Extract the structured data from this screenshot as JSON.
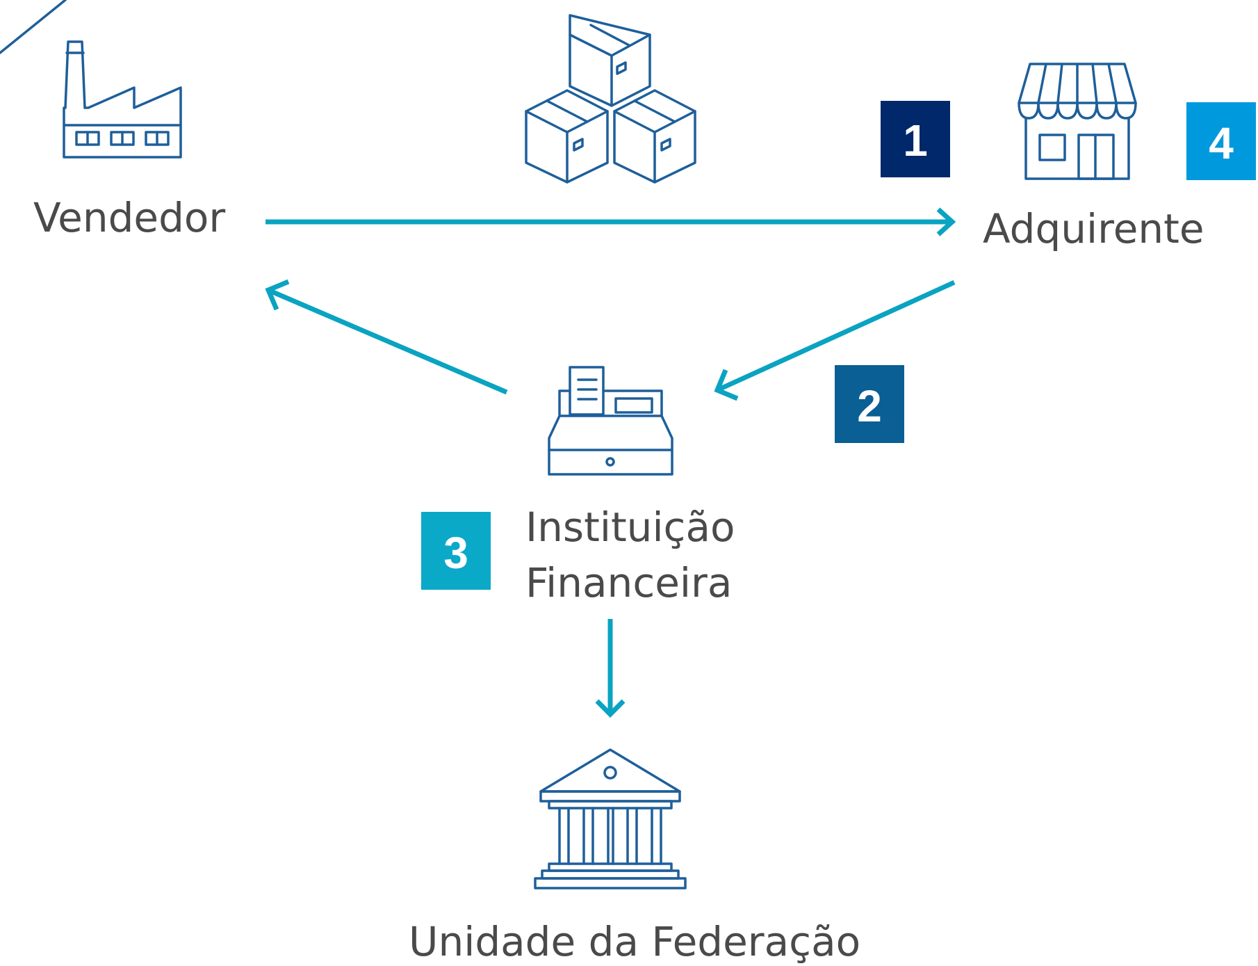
{
  "colors": {
    "icon": "#1e5f9a",
    "arrow": "#0aa3c2",
    "label": "#4a4a4a",
    "badge_1": "#00286b",
    "badge_2": "#0a5f94",
    "badge_3": "#0aa9c8",
    "badge_4": "#0099dd"
  },
  "nodes": {
    "vendedor": {
      "label": "Vendedor",
      "icon": "factory-icon"
    },
    "adquirente": {
      "label": "Adquirente",
      "icon": "store-icon"
    },
    "instituicao": {
      "label_line1": "Instituição",
      "label_line2": "Financeira",
      "icon": "cash-register-icon"
    },
    "unidade": {
      "label": "Unidade da Federação",
      "icon": "government-building-icon"
    },
    "goods": {
      "icon": "boxes-icon"
    }
  },
  "badges": {
    "b1": "1",
    "b2": "2",
    "b3": "3",
    "b4": "4"
  }
}
